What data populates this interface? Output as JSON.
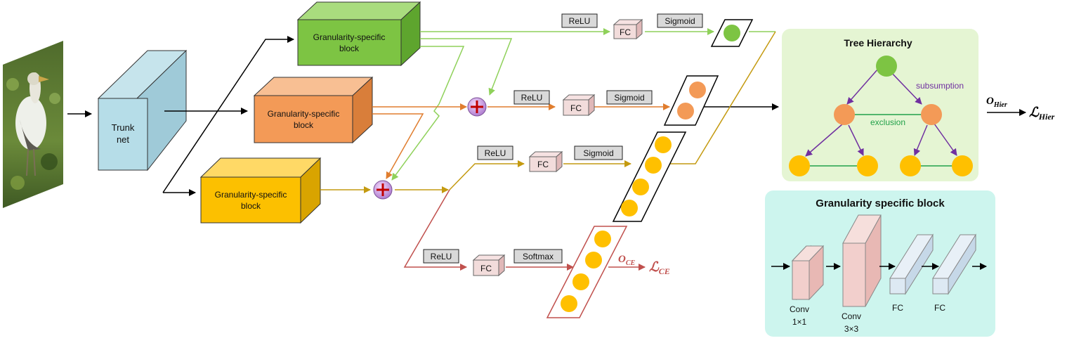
{
  "trunk": {
    "line1": "Trunk",
    "line2": "net"
  },
  "blocks": [
    {
      "line1": "Granularity-specific",
      "line2": "block",
      "color": "#7dc443"
    },
    {
      "line1": "Granularity-specific",
      "line2": "block",
      "color": "#f39a57"
    },
    {
      "line1": "Granularity-specific",
      "line2": "block",
      "color": "#fcc000"
    }
  ],
  "heads": [
    {
      "relu": "ReLU",
      "fc": "FC",
      "act": "Sigmoid",
      "color": "#8fd15a"
    },
    {
      "relu": "ReLU",
      "fc": "FC",
      "act": "Sigmoid",
      "color": "#e07d2e"
    },
    {
      "relu": "ReLU",
      "fc": "FC",
      "act": "Sigmoid",
      "color": "#c49a10"
    },
    {
      "relu": "ReLU",
      "fc": "FC",
      "act": "Softmax",
      "color": "#c0504d"
    }
  ],
  "ce_output": {
    "o_label": "O",
    "o_sub": "CE",
    "loss_label": "ℒ",
    "loss_sub": "CE"
  },
  "tree": {
    "title": "Tree Hierarchy",
    "subsumption": "subsumption",
    "exclusion": "exclusion",
    "bg": "#e5f5d3"
  },
  "hier_output": {
    "o_label": "O",
    "o_sub": "Hier",
    "loss_label": "ℒ",
    "loss_sub": "Hier"
  },
  "gsb_legend": {
    "title": "Granularity specific block",
    "conv1_a": "Conv",
    "conv1_b": "1×1",
    "conv3_a": "Conv",
    "conv3_b": "3×3",
    "fc1": "FC",
    "fc2": "FC",
    "bg": "#cdf5ee"
  }
}
